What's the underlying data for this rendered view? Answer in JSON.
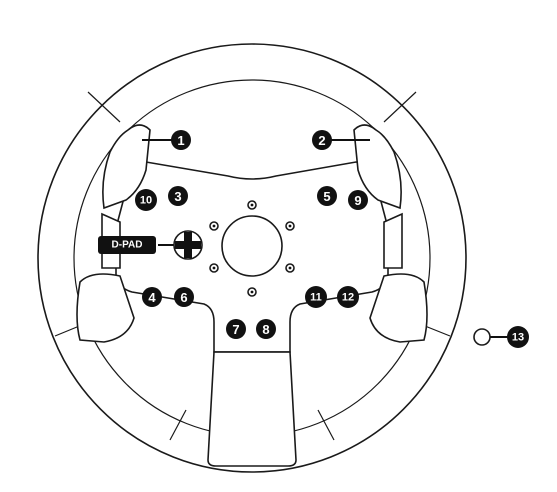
{
  "callouts": [
    {
      "id": "1",
      "label": "1"
    },
    {
      "id": "2",
      "label": "2"
    },
    {
      "id": "3",
      "label": "3"
    },
    {
      "id": "4",
      "label": "4"
    },
    {
      "id": "5",
      "label": "5"
    },
    {
      "id": "6",
      "label": "6"
    },
    {
      "id": "7",
      "label": "7"
    },
    {
      "id": "8",
      "label": "8"
    },
    {
      "id": "9",
      "label": "9"
    },
    {
      "id": "10",
      "label": "10"
    },
    {
      "id": "11",
      "label": "11"
    },
    {
      "id": "12",
      "label": "12"
    },
    {
      "id": "13",
      "label": "13"
    }
  ],
  "dpad": {
    "label": "D-PAD"
  },
  "colors": {
    "ink": "#111111",
    "paper": "#ffffff"
  }
}
